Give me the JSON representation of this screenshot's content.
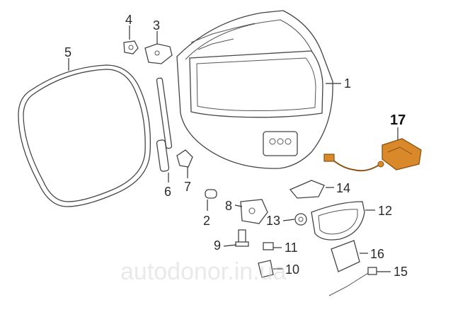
{
  "watermark": "autodonor.in.ua",
  "callouts": [
    {
      "id": "1",
      "label": "1"
    },
    {
      "id": "2",
      "label": "2"
    },
    {
      "id": "3",
      "label": "3"
    },
    {
      "id": "4",
      "label": "4"
    },
    {
      "id": "5",
      "label": "5"
    },
    {
      "id": "6",
      "label": "6"
    },
    {
      "id": "7",
      "label": "7"
    },
    {
      "id": "8",
      "label": "8"
    },
    {
      "id": "9",
      "label": "9"
    },
    {
      "id": "10",
      "label": "10"
    },
    {
      "id": "11",
      "label": "11"
    },
    {
      "id": "12",
      "label": "12"
    },
    {
      "id": "13",
      "label": "13"
    },
    {
      "id": "14",
      "label": "14"
    },
    {
      "id": "15",
      "label": "15"
    },
    {
      "id": "16",
      "label": "16"
    },
    {
      "id": "17",
      "label": "17"
    }
  ],
  "colors": {
    "line": "#333333",
    "highlight": "#d9892a",
    "highlight_dark": "#8a5212",
    "watermark": "#cfcfcf"
  }
}
